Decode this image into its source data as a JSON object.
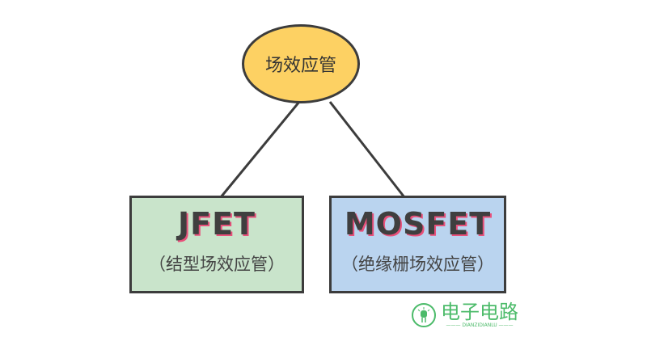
{
  "root": {
    "label": "场效应管"
  },
  "children": [
    {
      "title": "JFET",
      "subtitle": "（结型场效应管）"
    },
    {
      "title": "MOSFET",
      "subtitle": "（绝缘栅场效应管）"
    }
  ],
  "watermark": {
    "cn": "电子电路",
    "en": "DIANZIDIANLU"
  },
  "colors": {
    "root": "#fdd163",
    "jfet": "#c9e4cb",
    "mosfet": "#bad4ef",
    "border": "#3c3c3c",
    "shadow": "#e8507a",
    "logo": "#4cbb6a"
  }
}
